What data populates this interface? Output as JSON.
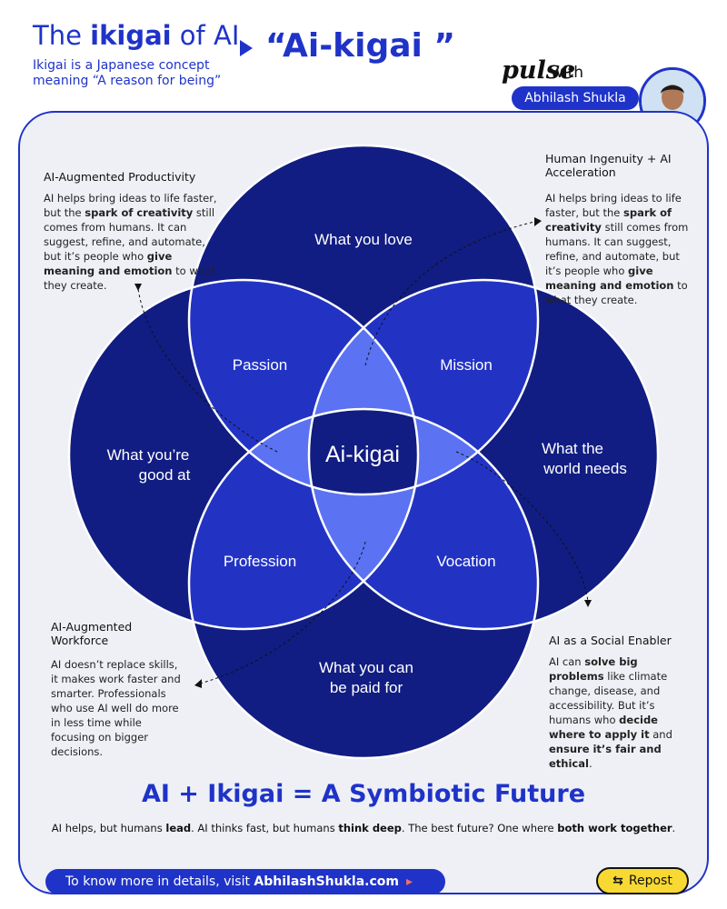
{
  "header": {
    "title_pre": "The ",
    "title_bold": "ikigai",
    "title_post": " of AI",
    "subtitle": "Ikigai is a Japanese concept meaning “A reason for being”",
    "big_title": "“Ai-kigai ”",
    "brand": "pulse",
    "brand_with": "with",
    "author": "Abhilash Shukla"
  },
  "venn": {
    "circles": [
      "What you love",
      "What you’re good at",
      "What the world needs",
      "What you can be paid for"
    ],
    "circle_lines": {
      "love": [
        "What you love"
      ],
      "good": [
        "What you’re",
        "good at"
      ],
      "needs": [
        "What the",
        "world needs"
      ],
      "paid": [
        "What you can",
        "be paid for"
      ]
    },
    "overlaps": {
      "passion": "Passion",
      "mission": "Mission",
      "profession": "Profession",
      "vocation": "Vocation"
    },
    "center": "Ai-kigai",
    "colors": {
      "dark": "#111d82",
      "mid": "#2233c4",
      "light": "#5b72f2",
      "center": "#111d82",
      "stroke": "#ffffff"
    }
  },
  "notes": {
    "productivity": {
      "heading": "AI-Augmented Productivity",
      "t1": "AI helps bring ideas to life faster, but the ",
      "b1": "spark of creativity",
      "t2": " still comes from humans. It can suggest, refine, and automate, but it’s people who ",
      "b2": "give meaning and emotion",
      "t3": " to what they create."
    },
    "ingenuity": {
      "heading": "Human Ingenuity + AI Acceleration",
      "t1": "AI helps bring ideas to life faster, but the ",
      "b1": "spark of creativity",
      "t2": " still comes from humans. It can suggest, refine, and automate, but it’s people who ",
      "b2": "give meaning and emotion",
      "t3": " to what they create."
    },
    "workforce": {
      "heading": "AI-Augmented Workforce",
      "text": "AI doesn’t replace skills, it makes work faster and smarter. Professionals who use AI well do more in less time while focusing on bigger decisions."
    },
    "social": {
      "heading": "AI as a Social Enabler",
      "t1": "AI can ",
      "b1": "solve big problems",
      "t2": " like climate change, disease, and accessibility. But it’s humans who ",
      "b2": "decide where to apply it",
      "t3": " and ",
      "b3": "ensure it’s fair and ethical",
      "t4": "."
    }
  },
  "footer": {
    "title": "AI + Ikigai = A Symbiotic Future",
    "s1": "AI helps, but humans ",
    "b1": "lead",
    "s2": ". AI thinks fast, but humans ",
    "b2": "think deep",
    "s3": ". The best future? One where ",
    "b3": "both work together",
    "s4": ".",
    "cta_text": "To know more in details, visit ",
    "cta_link": "AbhilashShukla.com",
    "repost": "Repost"
  }
}
